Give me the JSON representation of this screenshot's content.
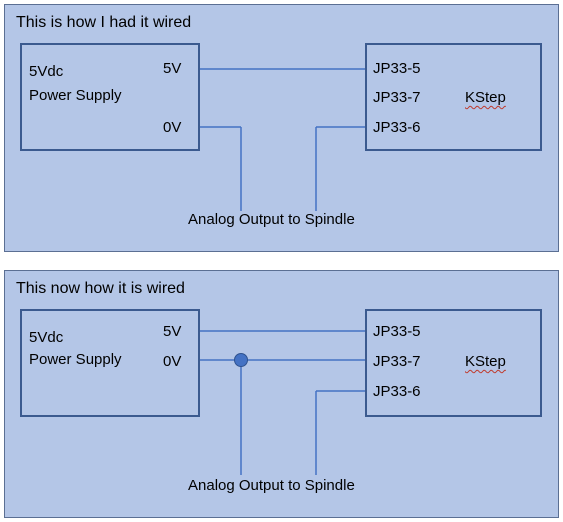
{
  "diagram_1": {
    "title": "This is how I had it wired",
    "power_supply": {
      "line1": "5Vdc",
      "line2": "Power Supply",
      "pin_5v": "5V",
      "pin_0v": "0V"
    },
    "kstep": {
      "name": "KStep",
      "pin_a": "JP33-5",
      "pin_b": "JP33-7",
      "pin_c": "JP33-6"
    },
    "analog_label": "Analog Output to Spindle"
  },
  "diagram_2": {
    "title": "This now how it is wired",
    "power_supply": {
      "line1": "5Vdc",
      "line2": "Power Supply",
      "pin_5v": "5V",
      "pin_0v": "0V"
    },
    "kstep": {
      "name": "KStep",
      "pin_a": "JP33-5",
      "pin_b": "JP33-7",
      "pin_c": "JP33-6"
    },
    "analog_label": "Analog Output to Spindle"
  },
  "colors": {
    "panel_bg": "#b4c6e7",
    "wire": "#4472c4",
    "box_border": "#3b5a8f"
  }
}
